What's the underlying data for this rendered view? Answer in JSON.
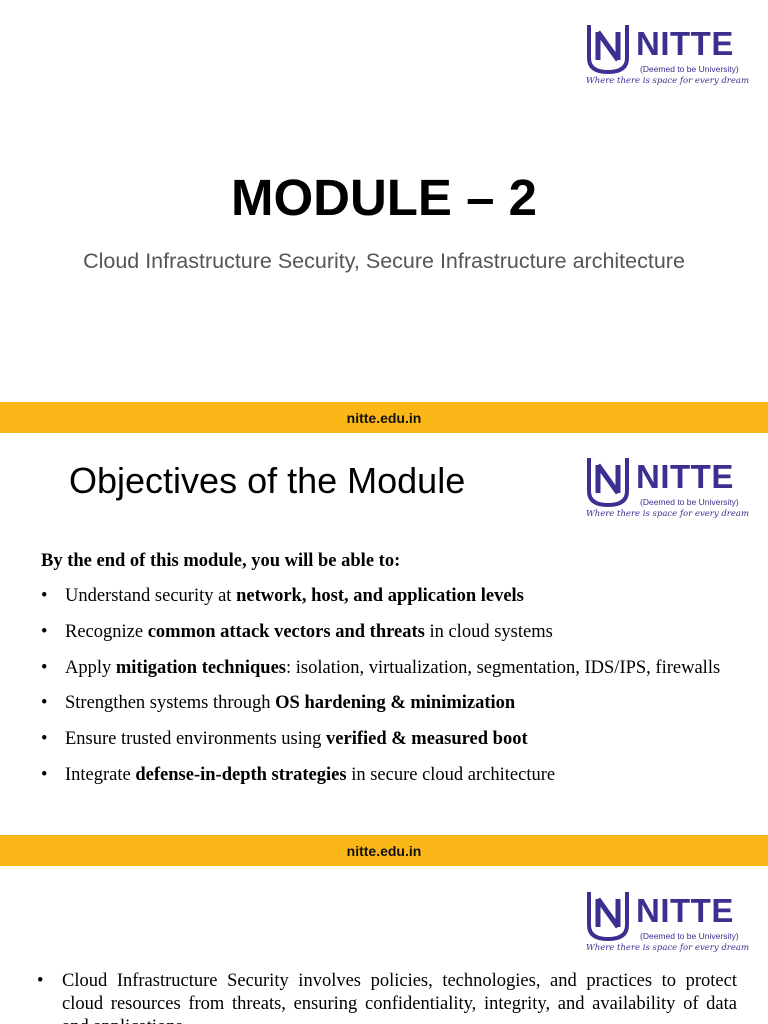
{
  "brand": {
    "name": "NITTE",
    "deemed": "(Deemed to be University)",
    "tagline": "Where there is space for every dream",
    "color": "#3b2f8f",
    "footer_color": "#fbb717"
  },
  "footer": {
    "text": "nitte.edu.in"
  },
  "slide1": {
    "title": "MODULE – 2",
    "subtitle": "Cloud Infrastructure Security, Secure Infrastructure architecture"
  },
  "slide2": {
    "title": "Objectives of the Module",
    "intro": "By the end of this module, you will be able to:",
    "bullet_symbol": "•",
    "items": [
      {
        "pre": "Understand security at ",
        "bold": "network, host, and application levels",
        "post": ""
      },
      {
        "pre": "Recognize ",
        "bold": "common attack vectors and threats",
        "post": " in cloud systems"
      },
      {
        "pre": "Apply ",
        "bold": "mitigation techniques",
        "post": ": isolation, virtualization, segmentation, IDS/IPS, firewalls"
      },
      {
        "pre": "Strengthen systems through ",
        "bold": "OS hardening & minimization",
        "post": ""
      },
      {
        "pre": "Ensure trusted environments using ",
        "bold": "verified & measured boot",
        "post": ""
      },
      {
        "pre": "Integrate ",
        "bold": "defense-in-depth strategies",
        "post": " in secure cloud architecture"
      }
    ]
  },
  "slide3": {
    "bullet_symbol": "•",
    "text": "Cloud Infrastructure Security involves policies, technologies, and practices to protect cloud resources from threats, ensuring confidentiality, integrity, and availability of data and applications."
  }
}
